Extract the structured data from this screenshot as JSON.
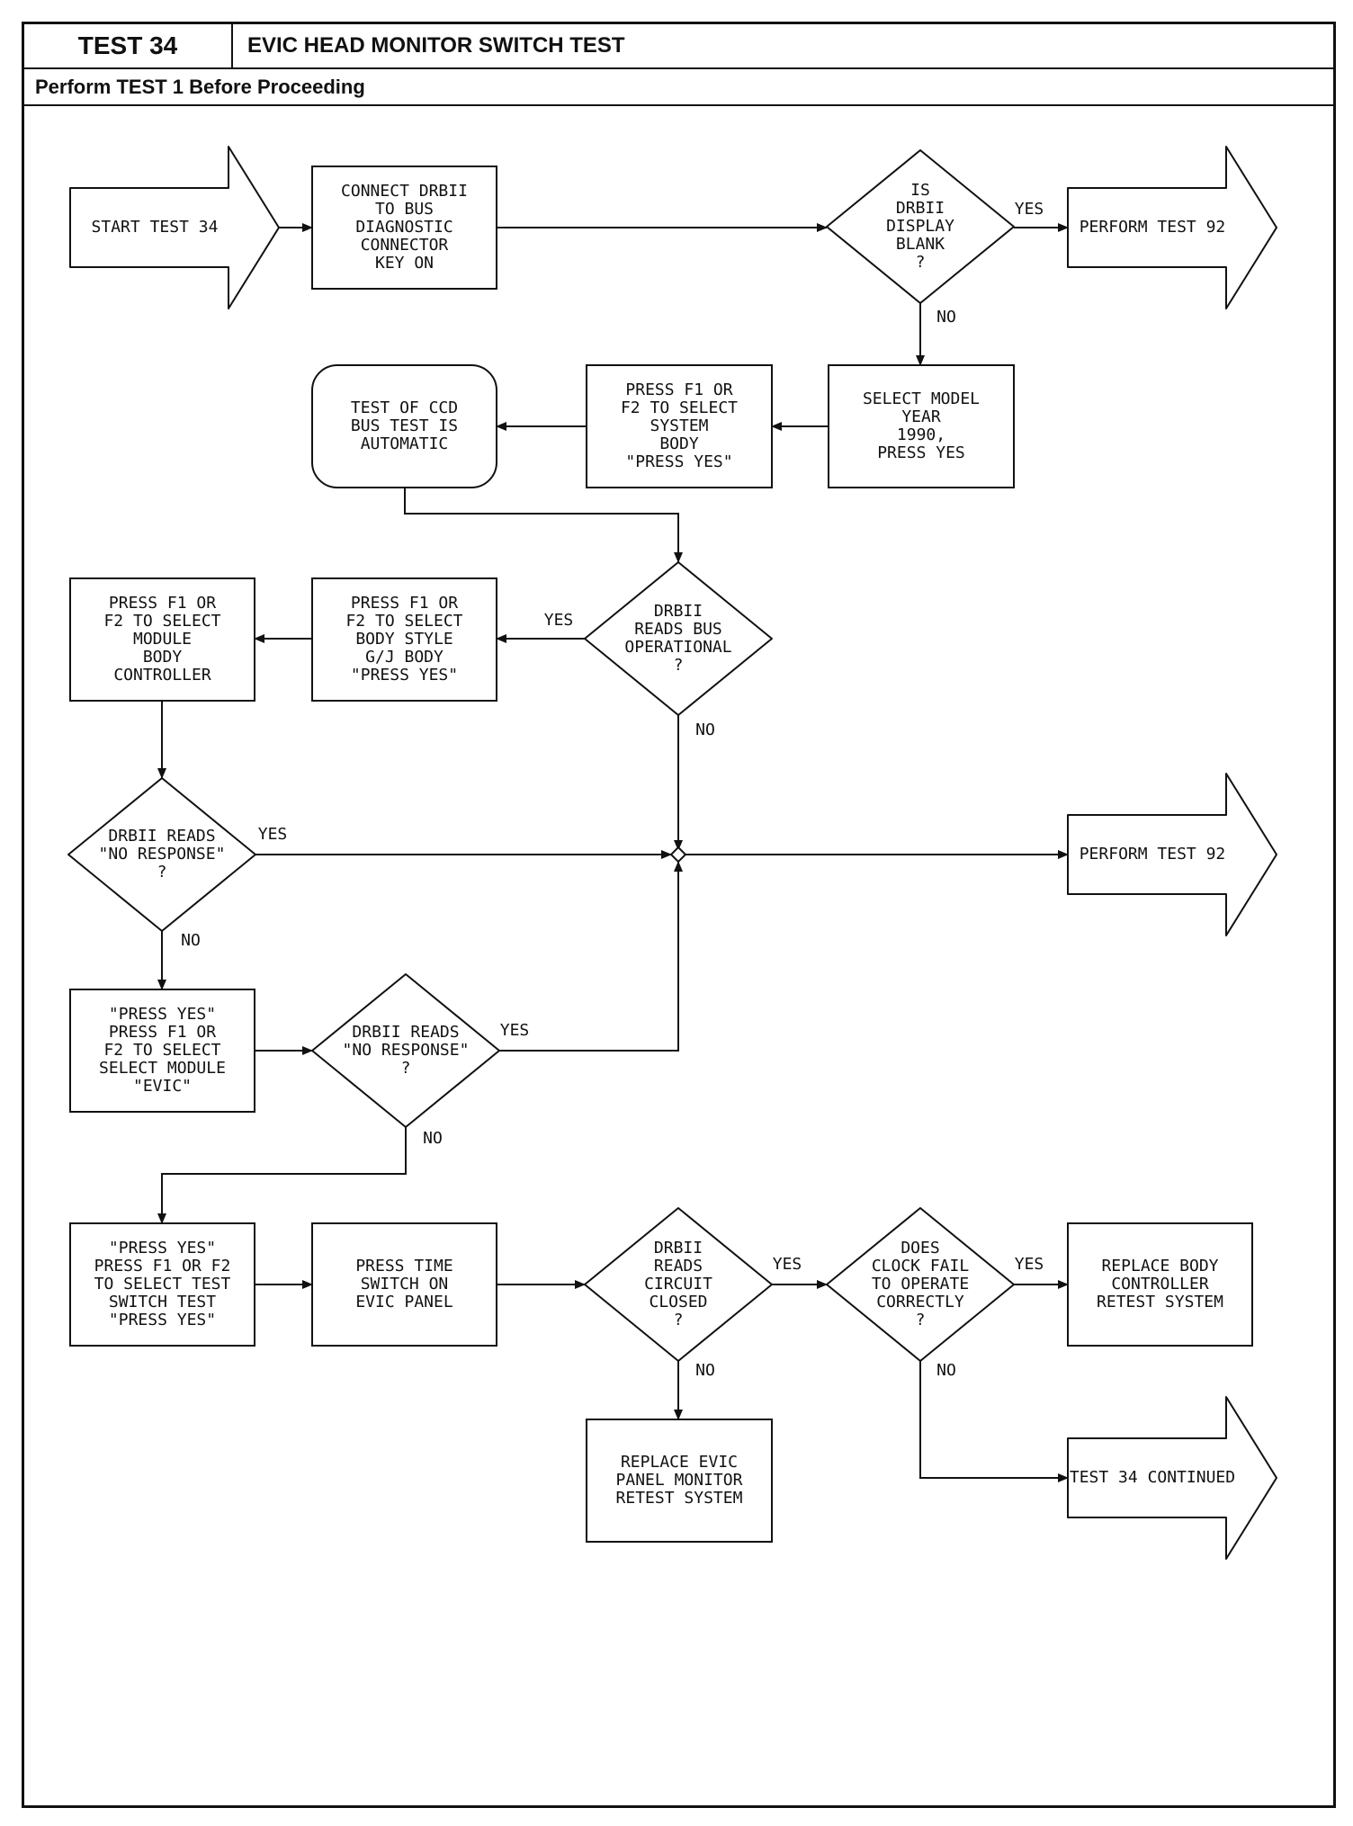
{
  "header": {
    "test_number": "TEST 34",
    "title": "EVIC HEAD MONITOR SWITCH TEST",
    "prerequisite": "Perform TEST 1 Before Proceeding"
  },
  "nodes": {
    "start": {
      "lines": [
        "START TEST 34"
      ]
    },
    "connect": {
      "lines": [
        "CONNECT DRBII",
        "TO BUS",
        "DIAGNOSTIC",
        "CONNECTOR",
        "KEY ON"
      ]
    },
    "display_blank": {
      "lines": [
        "IS",
        "DRBII",
        "DISPLAY",
        "BLANK",
        "?"
      ]
    },
    "perform92_a": {
      "lines": [
        "PERFORM TEST 92"
      ]
    },
    "select_year": {
      "lines": [
        "SELECT MODEL",
        "YEAR",
        "1990,",
        "PRESS YES"
      ]
    },
    "select_system": {
      "lines": [
        "PRESS F1 OR",
        "F2 TO SELECT",
        "SYSTEM",
        "BODY",
        "\"PRESS YES\""
      ]
    },
    "ccd_auto": {
      "lines": [
        "TEST OF CCD",
        "BUS TEST IS",
        "AUTOMATIC"
      ]
    },
    "bus_operational": {
      "lines": [
        "DRBII",
        "READS BUS",
        "OPERATIONAL",
        "?"
      ]
    },
    "body_style": {
      "lines": [
        "PRESS F1 OR",
        "F2 TO SELECT",
        "BODY STYLE",
        "G/J BODY",
        "\"PRESS YES\""
      ]
    },
    "module_body": {
      "lines": [
        "PRESS F1 OR",
        "F2 TO SELECT",
        "MODULE",
        "BODY",
        "CONTROLLER"
      ]
    },
    "no_response_1": {
      "lines": [
        "DRBII READS",
        "\"NO RESPONSE\"",
        "?"
      ]
    },
    "perform92_b": {
      "lines": [
        "PERFORM TEST 92"
      ]
    },
    "select_evic": {
      "lines": [
        "\"PRESS YES\"",
        "PRESS F1 OR",
        "F2 TO SELECT",
        "SELECT MODULE",
        "\"EVIC\""
      ]
    },
    "no_response_2": {
      "lines": [
        "DRBII READS",
        "\"NO RESPONSE\"",
        "?"
      ]
    },
    "switch_test": {
      "lines": [
        "\"PRESS YES\"",
        "PRESS F1 OR F2",
        "TO SELECT TEST",
        "SWITCH TEST",
        "\"PRESS YES\""
      ]
    },
    "press_time": {
      "lines": [
        "PRESS TIME",
        "SWITCH ON",
        "EVIC PANEL"
      ]
    },
    "circuit_closed": {
      "lines": [
        "DRBII",
        "READS",
        "CIRCUIT",
        "CLOSED",
        "?"
      ]
    },
    "clock_fail": {
      "lines": [
        "DOES",
        "CLOCK FAIL",
        "TO OPERATE",
        "CORRECTLY",
        "?"
      ]
    },
    "replace_body": {
      "lines": [
        "REPLACE BODY",
        "CONTROLLER",
        "RETEST SYSTEM"
      ]
    },
    "replace_evic": {
      "lines": [
        "REPLACE EVIC",
        "PANEL MONITOR",
        "RETEST SYSTEM"
      ]
    },
    "continued": {
      "lines": [
        "TEST 34 CONTINUED"
      ]
    }
  },
  "edge_labels": {
    "display_blank_yes": "YES",
    "display_blank_no": "NO",
    "bus_operational_yes": "YES",
    "bus_operational_no": "NO",
    "no_response_1_yes": "YES",
    "no_response_1_no": "NO",
    "no_response_2_yes": "YES",
    "no_response_2_no": "NO",
    "circuit_closed_yes": "YES",
    "circuit_closed_no": "NO",
    "clock_fail_yes": "YES",
    "clock_fail_no": "NO"
  }
}
